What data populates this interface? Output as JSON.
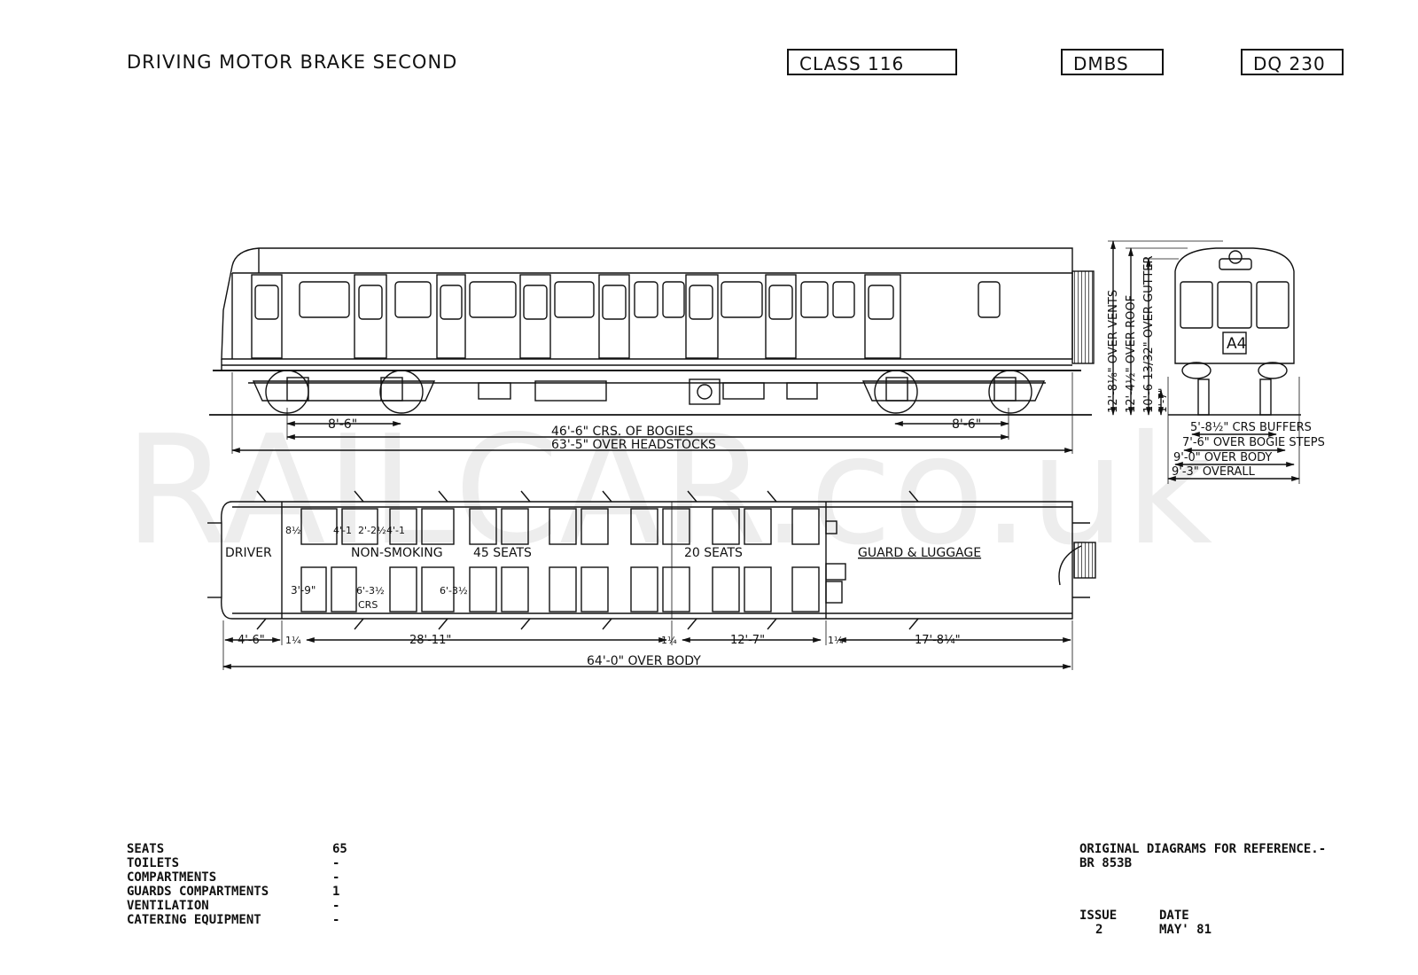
{
  "header": {
    "title": "DRIVING MOTOR BRAKE SECOND",
    "class_box": "CLASS 116",
    "type_box": "DMBS",
    "diagram_box": "DQ 230"
  },
  "watermark": "RAILCAR.co.uk",
  "side_view": {
    "bogie_wb_left": "8'-6\"",
    "bogie_wb_right": "8'-6\"",
    "bogie_centres": "46'-6\" CRS. OF BOGIES",
    "over_headstocks": "63'-5\" OVER HEADSTOCKS",
    "height_vents": "12'-8⅛\" OVER VENTS",
    "height_roof": "12'-4½\" OVER ROOF",
    "height_gutter": "10'-6 13/32\" OVER GUTTER",
    "height_small": "1'-7\""
  },
  "end_view": {
    "headcode": "A4",
    "buffers": "5'-8½\" CRS BUFFERS",
    "bogie_steps": "7'-6\" OVER BOGIE STEPS",
    "over_body": "9'-0\" OVER BODY",
    "overall": "9'-3\" OVERALL"
  },
  "plan_view": {
    "driver": "DRIVER",
    "non_smoking": "NON-SMOKING",
    "seats_45": "45 SEATS",
    "seats_20": "20 SEATS",
    "guard": "GUARD & LUGGAGE",
    "dim_8half": "8½",
    "dim_4_1_a": "4'-1",
    "dim_2_2half": "2'-2½",
    "dim_4_1_b": "4'-1",
    "dim_3_9": "3'-9\"",
    "dim_6_3half_a": "6'-3½",
    "dim_6_3half_b": "6'-3½",
    "crs": "CRS",
    "dim_4_6": "4'-6\"",
    "dim_1q_a": "1¼",
    "dim_28_11": "28'-11\"",
    "dim_1q_b": "1¼",
    "dim_12_7": "12'-7\"",
    "dim_1q_c": "1¼",
    "dim_17_8q": "17'-8¼\"",
    "over_body": "64'-0\" OVER BODY"
  },
  "stats": [
    {
      "label": "SEATS",
      "value": "65"
    },
    {
      "label": "TOILETS",
      "value": "-"
    },
    {
      "label": "COMPARTMENTS",
      "value": "-"
    },
    {
      "label": "GUARDS COMPARTMENTS",
      "value": "1"
    },
    {
      "label": "VENTILATION",
      "value": "-"
    },
    {
      "label": "CATERING EQUIPMENT",
      "value": "-"
    }
  ],
  "references": {
    "heading": "ORIGINAL DIAGRAMS FOR REFERENCE.-",
    "ref": "BR 853B"
  },
  "issue": {
    "issue_label": "ISSUE",
    "date_label": "DATE",
    "issue_value": "2",
    "date_value": "MAY' 81"
  }
}
